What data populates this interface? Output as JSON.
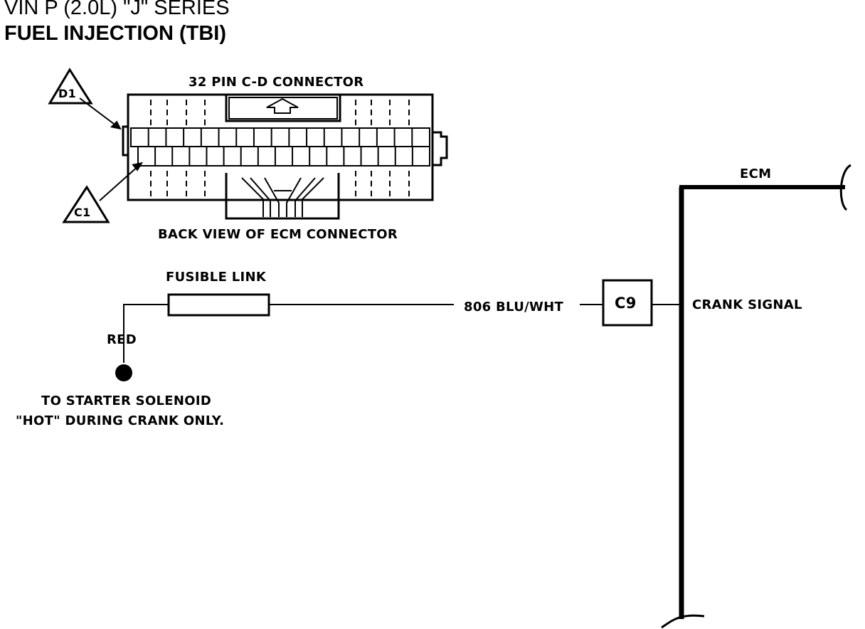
{
  "title": {
    "line1": "VIN P (2.0L) \"J\" SERIES",
    "line2": "FUEL INJECTION (TBI)"
  },
  "connector": {
    "name": "32 PIN C-D CONNECTOR",
    "caption": "BACK VIEW OF ECM CONNECTOR",
    "pin_d1": "D1",
    "pin_c1": "C1"
  },
  "circuit": {
    "fusible_link": "FUSIBLE LINK",
    "wire": "806 BLU/WHT",
    "source_color": "RED",
    "source_note_line1": "TO STARTER SOLENOID",
    "source_note_line2": "\"HOT\" DURING CRANK ONLY.",
    "pin": "C9",
    "signal": "CRANK SIGNAL",
    "module": "ECM"
  },
  "colors": {
    "ink": "#000000",
    "paper": "#ffffff"
  }
}
